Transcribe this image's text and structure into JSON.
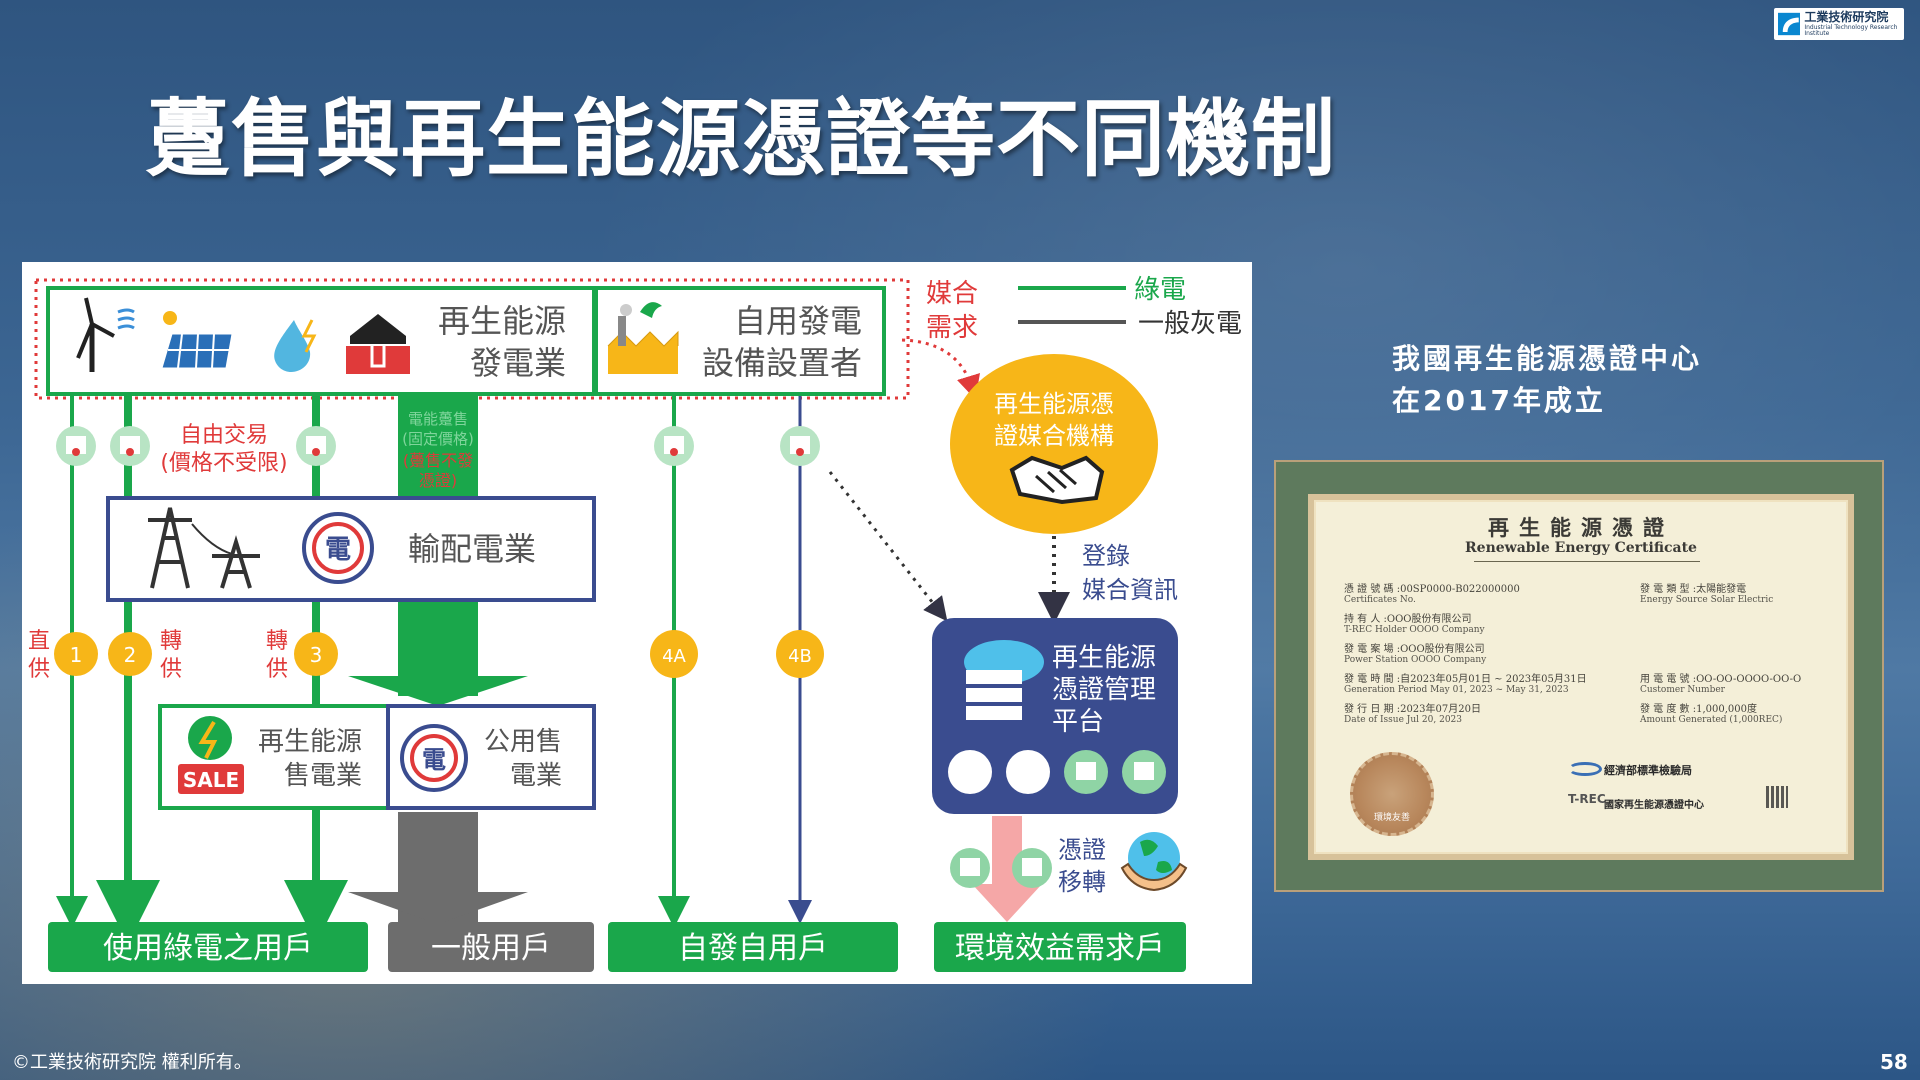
{
  "logo": {
    "zh": "工業技術研究院",
    "en": "Industrial Technology Research Institute"
  },
  "title": "躉售與再生能源憑證等不同機制",
  "diagram": {
    "legend_label": "媒合需求",
    "legend_green": "綠電",
    "legend_gray": "一般灰電",
    "re_generator": [
      "再生能源",
      "發電業"
    ],
    "self_generator": [
      "自用發電",
      "設備設置者"
    ],
    "free_trade": [
      "自由交易",
      "(價格不受限)"
    ],
    "wholesale": [
      "電能躉售",
      "(固定價格)",
      "(躉售不發",
      "憑證)"
    ],
    "grid": "輸配電業",
    "direct": [
      "直",
      "供"
    ],
    "transfer_a": [
      "轉",
      "供"
    ],
    "transfer_b": [
      "轉",
      "供"
    ],
    "re_retailer": [
      "再生能源",
      "售電業"
    ],
    "sale_label": "SALE",
    "public_retailer": [
      "公用售",
      "電業"
    ],
    "matching": [
      "再生能源憑",
      "證媒合機構"
    ],
    "register": [
      "登錄",
      "媒合資訊"
    ],
    "platform": [
      "再生能源",
      "憑證管理",
      "平台"
    ],
    "cert_transfer": [
      "憑證",
      "移轉"
    ],
    "badges": [
      "1",
      "2",
      "3",
      "4A",
      "4B"
    ],
    "outputs": [
      "使用綠電之用戶",
      "一般用戶",
      "自發自用戶",
      "環境效益需求戶"
    ],
    "colors": {
      "green": "#1aa74b",
      "gray": "#6d6d6d",
      "navy": "#3a4c8f",
      "orange": "#f7b618",
      "red": "#e03a3a"
    }
  },
  "side_caption": [
    "我國再生能源憑證中心",
    "在2017年成立"
  ],
  "certificate": {
    "title": "再生能源憑證",
    "subtitle": "Renewable Energy Certificate",
    "fields_left": [
      {
        "zh": "憑 證 號 碼 :00SP0000-B022000000",
        "en": "Certificates No."
      },
      {
        "zh": "持     有     人 :OOO股份有限公司",
        "en": "T-REC Holder   OOOO Company"
      },
      {
        "zh": "發 電 案 場 :OOO股份有限公司",
        "en": "Power Station   OOOO Company"
      },
      {
        "zh": "發 電 時 間 :自2023年05月01日 ~ 2023年05月31日",
        "en": "Generation Period   May 01, 2023 ~ May 31, 2023"
      },
      {
        "zh": "發 行 日 期 :2023年07月20日",
        "en": "Date of Issue   Jul 20, 2023"
      }
    ],
    "fields_right": [
      {
        "zh": "發 電 類 型 :太陽能發電",
        "en": "Energy Source   Solar Electric"
      },
      {
        "zh": "用 電 電 號 :OO-OO-OOOO-OO-O",
        "en": "Customer Number"
      },
      {
        "zh": "發 電 度 數 :1,000,000度",
        "en": "Amount Generated   (1,000REC)"
      }
    ],
    "seal_text": "環境友善",
    "org1": "經濟部標準檢驗局",
    "org2": "國家再生能源憑證中心",
    "org2_mark": "T-REC"
  },
  "footer": {
    "copyright": "©工業技術研究院  權利所有。",
    "page": "58"
  }
}
